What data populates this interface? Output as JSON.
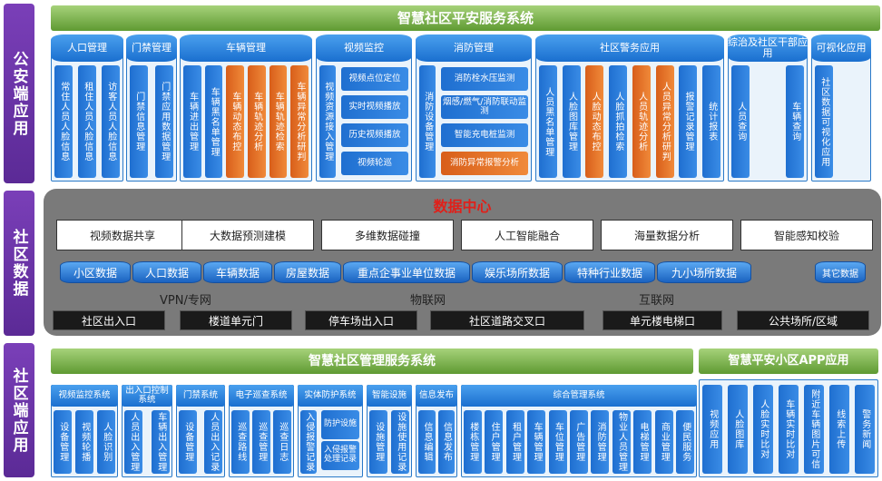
{
  "sides": {
    "police": "公安端应用",
    "community_data": "社区数据",
    "community_app": "社区端应用"
  },
  "banners": {
    "top": "智慧社区平安服务系统",
    "mgmt": "智慧社区管理服务系统",
    "app": "智慧平安小区APP应用"
  },
  "police_groups": [
    {
      "title": "人口管理",
      "items": [
        "常住人员人脸信息",
        "租住人员人脸信息",
        "访客人员人脸信息"
      ]
    },
    {
      "title": "门禁管理",
      "items": [
        "门禁信息管理",
        "门禁应用数据管理"
      ]
    },
    {
      "title": "车辆管理",
      "items": [
        "车辆进出管理",
        "车辆黑名单管理",
        "车辆动态布控",
        "车辆轨迹分析",
        "车辆轨迹检索",
        "车辆异常分析研判"
      ]
    },
    {
      "title": "视频监控",
      "items": [
        "视频资源接入管理"
      ],
      "sub": [
        "视频点位定位",
        "实时视频播放",
        "历史视频播放",
        "视频轮巡"
      ]
    },
    {
      "title": "消防管理",
      "items": [
        "消防设备管理"
      ],
      "sub": [
        "消防栓水压监测",
        "烟感/燃气/消防联动监测",
        "智能充电桩监测",
        "消防异常报警分析"
      ]
    },
    {
      "title": "社区警务应用",
      "items": [
        "人员黑名单管理",
        "人脸图库管理",
        "人脸动态布控",
        "人脸抓拍检索",
        "人员轨迹分析",
        "人员异常分析研判",
        "报警记录管理",
        "统计报表"
      ]
    },
    {
      "title": "综治及社区干部应用",
      "items": [
        "人员查询",
        "车辆查询"
      ]
    },
    {
      "title": "可视化应用",
      "items": [
        "社区数据可视化应用"
      ]
    }
  ],
  "data_center": {
    "title": "数据中心",
    "functions": [
      "视频数据共享",
      "大数据预测建模",
      "多维数据碰撞",
      "人工智能融合",
      "海量数据分析",
      "智能感知校验"
    ],
    "databases": [
      "小区数据",
      "人口数据",
      "车辆数据",
      "房屋数据",
      "重点企事业单位数据",
      "娱乐场所数据",
      "特种行业数据",
      "九小场所数据",
      "其它数据"
    ],
    "networks": [
      "VPN/专网",
      "物联网",
      "互联网"
    ],
    "gates": [
      "社区出入口",
      "楼道单元门",
      "停车场出入口",
      "社区道路交叉口",
      "单元楼电梯口",
      "公共场所/区域"
    ]
  },
  "community_groups": [
    {
      "title": "视频监控系统",
      "items": [
        "设备管理",
        "视频轮播",
        "人脸识别"
      ]
    },
    {
      "title": "出入口控制系统",
      "items": [
        "人员出入管理",
        "车辆出入管理"
      ]
    },
    {
      "title": "门禁系统",
      "items": [
        "设备管理",
        "人员出入记录"
      ]
    },
    {
      "title": "电子巡查系统",
      "items": [
        "巡查路线",
        "巡查管理",
        "巡查日志"
      ]
    },
    {
      "title": "实体防护系统",
      "items": [
        "入侵报警记录"
      ],
      "sub": [
        "防护设施",
        "入侵报警处理记录"
      ]
    },
    {
      "title": "智能设施",
      "items": [
        "设施管理",
        "设施使用记录"
      ]
    },
    {
      "title": "信息发布",
      "items": [
        "信息编辑",
        "信息发布"
      ]
    },
    {
      "title": "综合管理系统",
      "items": [
        "楼栋管理",
        "住户管理",
        "租户管理",
        "车辆管理",
        "车位管理",
        "广告管理",
        "消防管理",
        "物业人员管理",
        "电梯管理",
        "商业管理",
        "便民服务"
      ]
    }
  ],
  "app_items": [
    "视频应用",
    "人脸图库",
    "人脸实时比对",
    "车辆实时比对",
    "附近车辆图片可信",
    "线索上传",
    "警务新闻"
  ]
}
